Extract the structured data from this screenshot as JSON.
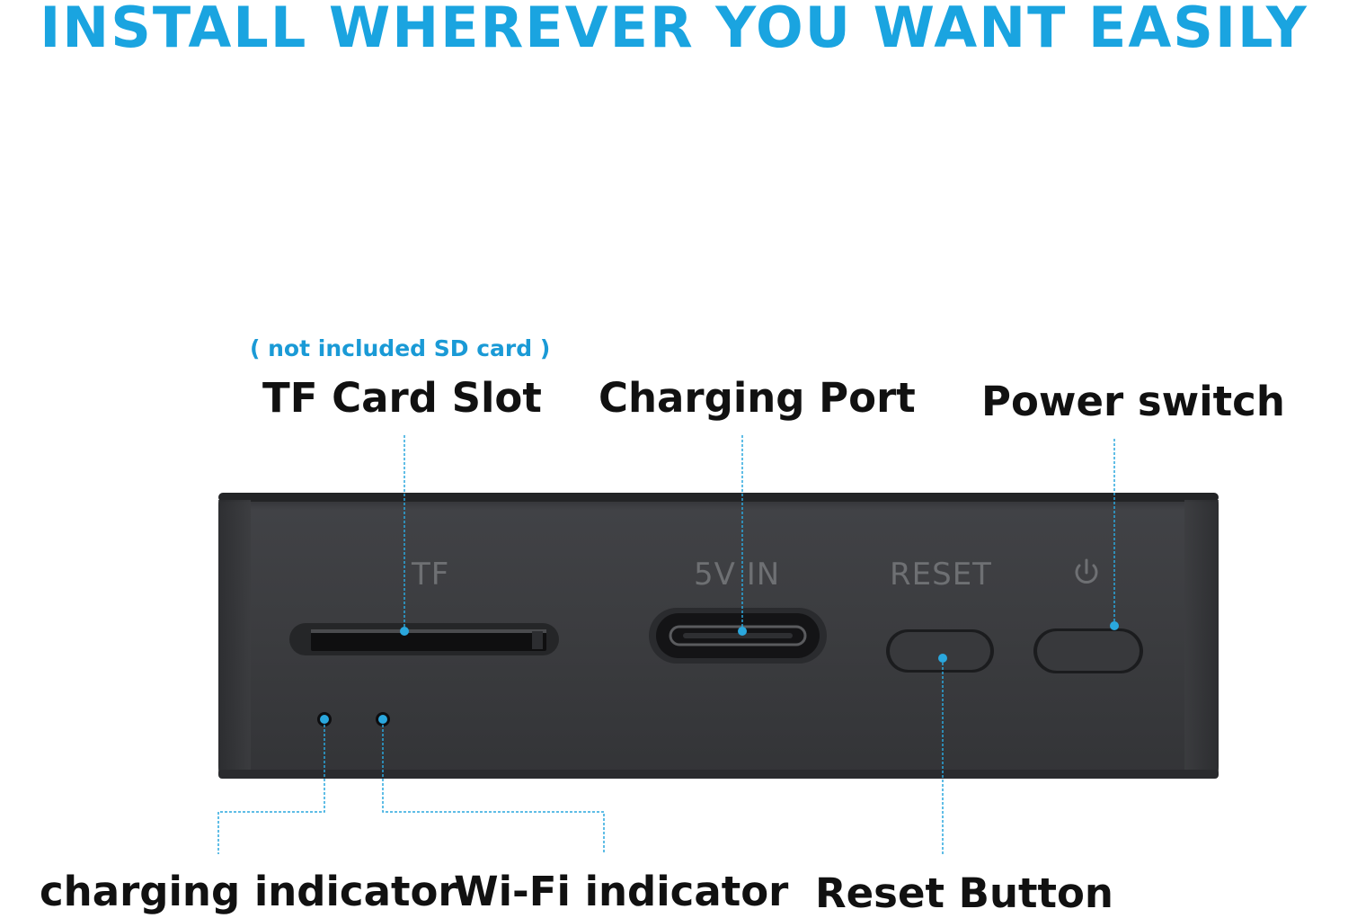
{
  "headline": "INSTALL WHEREVER YOU WANT EASILY",
  "colors": {
    "accent": "#1aa4e0",
    "callout_line": "#2aa7dd",
    "device_body": "#3a3b3e",
    "label_text": "#111111"
  },
  "device_markings": {
    "tf": "TF",
    "port": "5V IN",
    "reset": "RESET",
    "power_icon": "power-icon"
  },
  "callouts": {
    "tf_card_slot": {
      "note": "( not included SD card )",
      "label": "TF Card Slot"
    },
    "charging_port": {
      "label": "Charging Port"
    },
    "power_switch": {
      "label": "Power switch"
    },
    "charging_indicator": {
      "label": "charging indicator"
    },
    "wifi_indicator": {
      "label": "Wi-Fi indicator"
    },
    "reset_button": {
      "label": "Reset Button"
    }
  }
}
